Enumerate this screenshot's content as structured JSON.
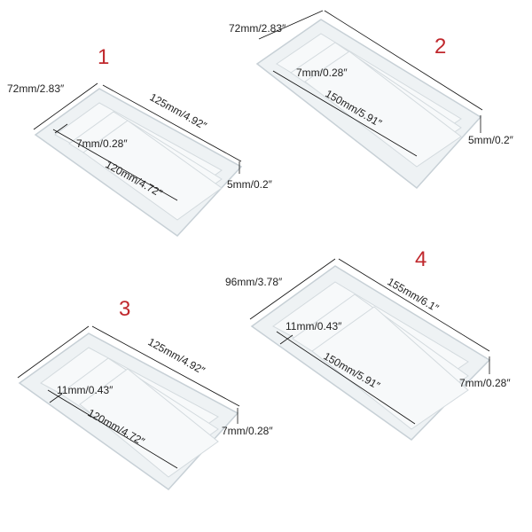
{
  "molds": [
    {
      "number": "1",
      "width": "72mm/2.83″",
      "length": "125mm/4.92″",
      "groove_width": "7mm/0.28″",
      "groove_length": "120mm/4.72″",
      "depth": "5mm/0.2″"
    },
    {
      "number": "2",
      "width": "72mm/2.83″",
      "length": "",
      "groove_width": "7mm/0.28″",
      "groove_length": "150mm/5.91″",
      "depth": "5mm/0.2″"
    },
    {
      "number": "3",
      "width": "",
      "length": "125mm/4.92″",
      "groove_width": "11mm/0.43″",
      "groove_length": "120mm/4.72″",
      "depth": "7mm/0.28″"
    },
    {
      "number": "4",
      "width": "96mm/3.78″",
      "length": "155mm/6.1″",
      "groove_width": "11mm/0.43″",
      "groove_length": "150mm/5.91″",
      "depth": "7mm/0.28″"
    }
  ]
}
